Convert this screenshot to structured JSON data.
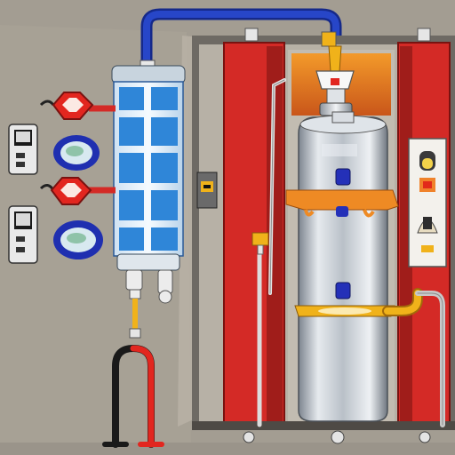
{
  "diagram": {
    "kind": "water-heater-schematic",
    "printed_text": [],
    "colors": {
      "wall": "#a39d92",
      "wall_light": "#b4ada2",
      "cabinet_red": "#d42a26",
      "cabinet_red_dark": "#9e1b18",
      "pipe_blue": "#1f3fb4",
      "pipe_red": "#e2261f",
      "filter_blue": "#2f86d8",
      "tank_silver": "#c8cdd3",
      "accent_yellow": "#f0b21a",
      "accent_orange": "#ee7d1c",
      "cable_black": "#1a1a1a"
    },
    "components": {
      "filter": {
        "icon": "filter-cartridge-icon",
        "segments": 4
      },
      "tank": {
        "icon": "water-heater-tank-icon",
        "status_lights": 2
      },
      "panel": {
        "icon": "control-panel-icon",
        "indicators": 3
      },
      "switches": {
        "icon": "wall-switch-icon",
        "count": 2
      },
      "valves": {
        "icon": "hand-valve-icon",
        "count": 2
      },
      "gauges": {
        "icon": "oval-gauge-icon",
        "count": 2
      }
    }
  }
}
